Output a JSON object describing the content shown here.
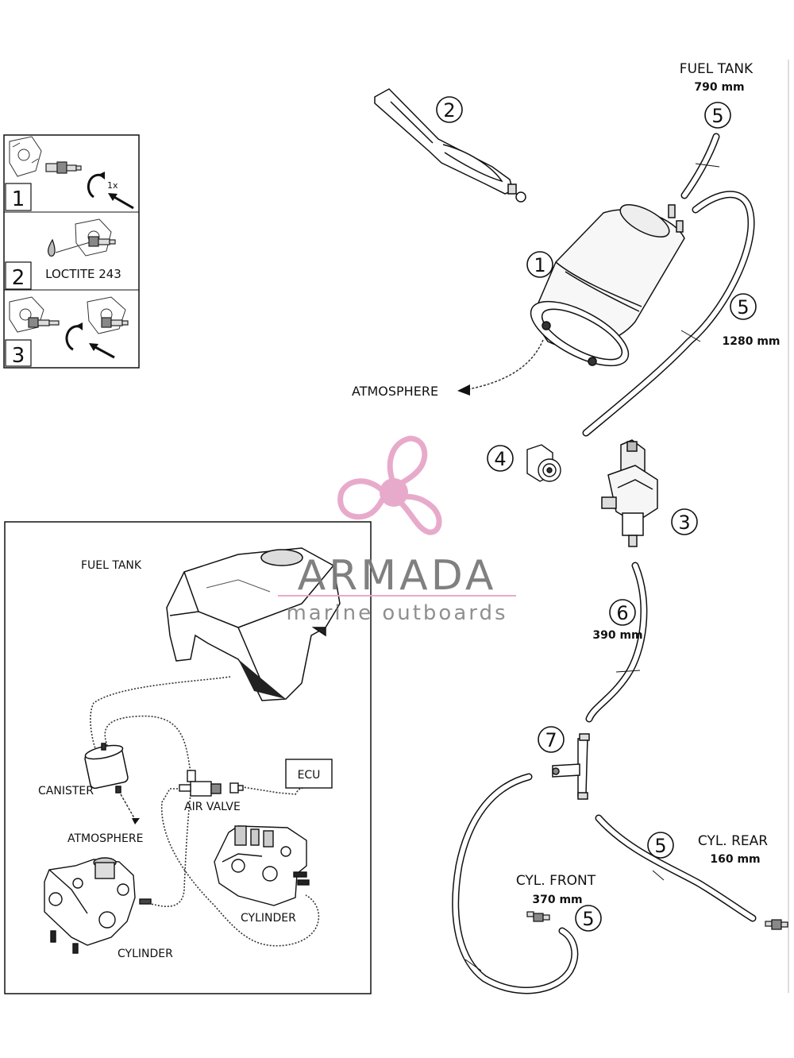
{
  "steps": [
    {
      "number": "1",
      "note": "1x"
    },
    {
      "number": "2",
      "note": "LOCTITE 243"
    },
    {
      "number": "3",
      "note": ""
    }
  ],
  "inset": {
    "fuel_tank": "FUEL TANK",
    "canister": "CANISTER",
    "air_valve": "AIR VALVE",
    "ecu": "ECU",
    "atmosphere": "ATMOSPHERE",
    "cylinder_rear": "CYLINDER",
    "cylinder_front": "CYLINDER"
  },
  "parts": {
    "p1": "1",
    "p2": "2",
    "p3": "3",
    "p4": "4",
    "p5_tank": "5",
    "p5_long": "5",
    "p5_rear": "5",
    "p5_front": "5",
    "p6": "6",
    "p7": "7"
  },
  "labels": {
    "fuel_tank": "FUEL TANK",
    "fuel_tank_len": "790 mm",
    "len_1280": "1280 mm",
    "atmosphere": "ATMOSPHERE",
    "len_390": "390 mm",
    "cyl_rear": "CYL. REAR",
    "cyl_rear_len": "160 mm",
    "cyl_front": "CYL. FRONT",
    "cyl_front_len": "370 mm"
  },
  "watermark": {
    "brand": "ARMADA",
    "tagline": "marine outboards",
    "accent_color": "#e7a6c9",
    "text_color": "#7a7a7a"
  }
}
